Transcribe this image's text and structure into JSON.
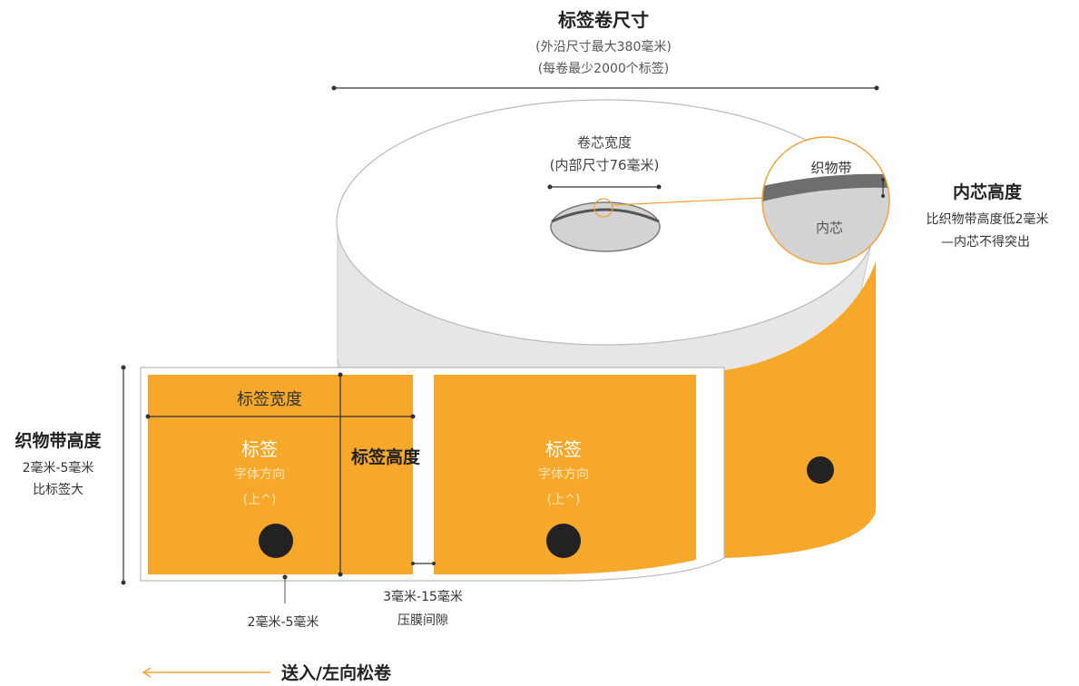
{
  "colors": {
    "label": "#F5A82A",
    "roll_outline": "#BBBBBB",
    "core": "#D3D3D3",
    "ribbon": "#6E6E6E",
    "dot": "#222222",
    "arrow": "#F3A23A",
    "dim_line": "#333333"
  },
  "roll_size": {
    "title": "标签卷尺寸",
    "line1": "(外沿尺寸最大380毫米)",
    "line2": "(每卷最少2000个标签)"
  },
  "core_width": {
    "title": "卷芯宽度",
    "subtitle": "(内部尺寸76毫米)"
  },
  "zoom": {
    "ribbon_label": "织物带",
    "core_label": "内芯"
  },
  "core_height": {
    "title": "内芯高度",
    "line1": "比织物带高度低2毫米",
    "line2": "—内芯不得突出"
  },
  "ribbon_height": {
    "title": "织物带高度",
    "line1": "2毫米-5毫米",
    "line2": "比标签大"
  },
  "label_width": "标签宽度",
  "label_height": "标签高度",
  "labels": [
    {
      "title": "标签",
      "sub1": "字体方向",
      "sub2": "(上^)"
    },
    {
      "title": "标签",
      "sub1": "字体方向",
      "sub2": "(上^)"
    }
  ],
  "edge_margin": "2毫米-5毫米",
  "gap": {
    "line1": "3毫米-15毫米",
    "line2": "压膜间隙"
  },
  "feed": {
    "icon": "arrow-left-icon",
    "label": "送入/左向松卷"
  }
}
